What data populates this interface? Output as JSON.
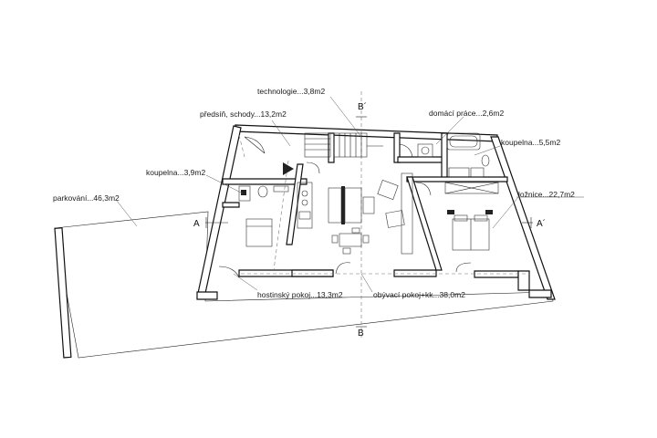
{
  "rooms": [
    {
      "id": "technologie",
      "label": "technologie...3,8m2"
    },
    {
      "id": "predsin",
      "label": "předsíň, schody...13,2m2"
    },
    {
      "id": "domaci",
      "label": "domácí práce...2,6m2"
    },
    {
      "id": "koupelna-right",
      "label": "koupelna...5,5m2"
    },
    {
      "id": "koupelna-left",
      "label": "koupelna...3,9m2"
    },
    {
      "id": "loznice",
      "label": "ložnice...22,7m2"
    },
    {
      "id": "parkovani",
      "label": "parkování...46,3m2"
    },
    {
      "id": "hostinsky",
      "label": "hostinský pokoj...13,3m2"
    },
    {
      "id": "obyvaci",
      "label": "obývací pokoj+kk...38,0m2"
    }
  ],
  "sections": {
    "b_top": "B´",
    "b_bottom": "B",
    "a_left": "A",
    "a_right": "A´"
  }
}
